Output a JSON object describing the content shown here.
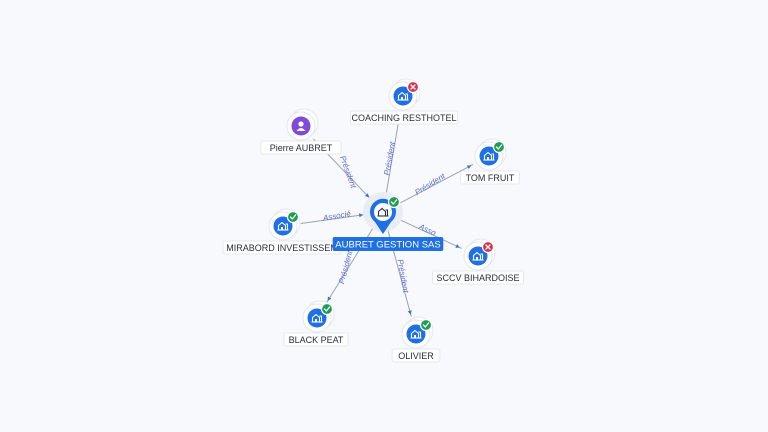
{
  "diagram": {
    "center": {
      "label": "AUBRET GESTION SAS",
      "status": "ok",
      "kind": "company"
    },
    "nodes": [
      {
        "id": "coaching",
        "label": "COACHING RESTHOTEL",
        "kind": "company",
        "status": "ko",
        "relation": "Président"
      },
      {
        "id": "pierre",
        "label": "Pierre AUBRET",
        "kind": "person",
        "status": "none",
        "relation": "Président"
      },
      {
        "id": "tomfruit",
        "label": "TOM FRUIT",
        "kind": "company",
        "status": "ok",
        "relation": "Président"
      },
      {
        "id": "mirabord",
        "label": "MIRABORD INVESTISSEM",
        "kind": "company",
        "status": "ok",
        "relation": "Associé"
      },
      {
        "id": "sccv",
        "label": "SCCV BIHARDOISE",
        "kind": "company",
        "status": "ko",
        "relation": "Asso"
      },
      {
        "id": "blackpeat",
        "label": "BLACK PEAT",
        "kind": "company",
        "status": "ok",
        "relation": "Président"
      },
      {
        "id": "olivier",
        "label": "OLIVIER",
        "kind": "company",
        "status": "ok",
        "relation": "Président"
      }
    ],
    "colors": {
      "primary": "#1f6fe5",
      "person": "#7f4bd8",
      "ok": "#1f9d55",
      "ko": "#d92f4f",
      "edge_label": "#5b6ad0"
    }
  }
}
